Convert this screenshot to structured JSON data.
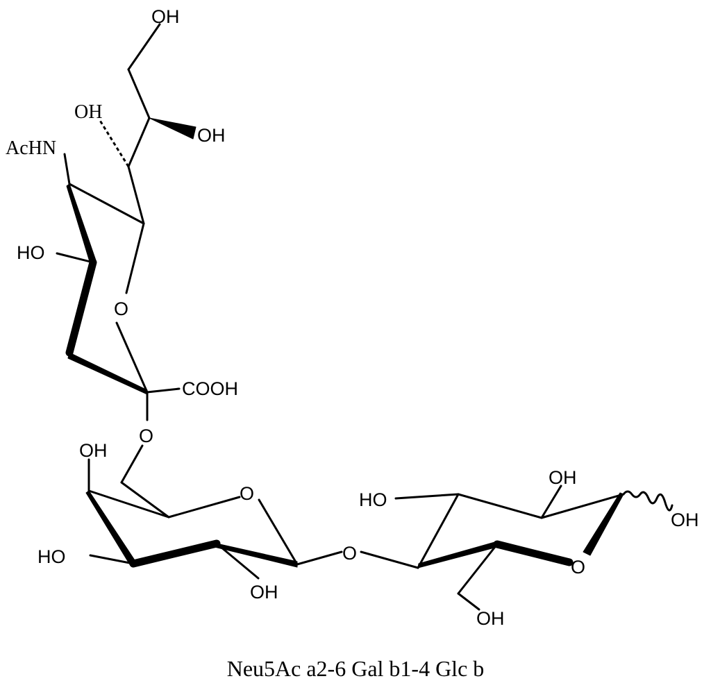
{
  "diagram": {
    "caption": "Neu5Ac a2-6 Gal b1-4 Glc b",
    "neu5ac": {
      "oh_top": "OH",
      "oh_upper_left": "OH",
      "oh_right": "OH",
      "achn": "AcHN",
      "ho_left": "HO",
      "ring_o": "O",
      "cooh": "COOH",
      "glyco_o": "O"
    },
    "gal": {
      "oh_top": "OH",
      "ring_o": "O",
      "ho_left": "HO",
      "oh_bottom": "OH",
      "glyco_o": "O"
    },
    "glc": {
      "ho_left": "HO",
      "oh_top": "OH",
      "oh_right": "OH",
      "ring_o": "O",
      "oh_bottom": "OH"
    }
  }
}
